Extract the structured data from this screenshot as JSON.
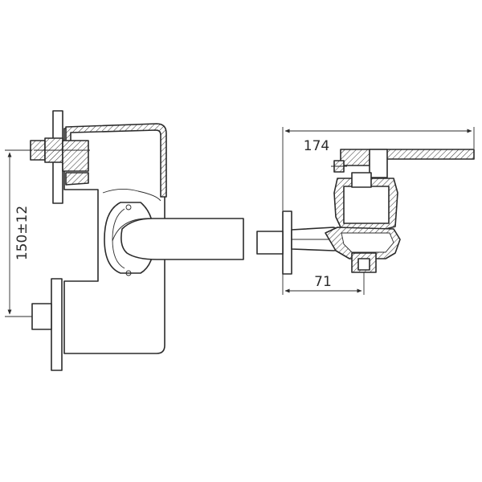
{
  "dimensions": {
    "height_offset": "150±12",
    "total_depth": "174",
    "wall_depth": "71"
  },
  "colors": {
    "line": "#2b2b2b",
    "background": "#ffffff"
  }
}
